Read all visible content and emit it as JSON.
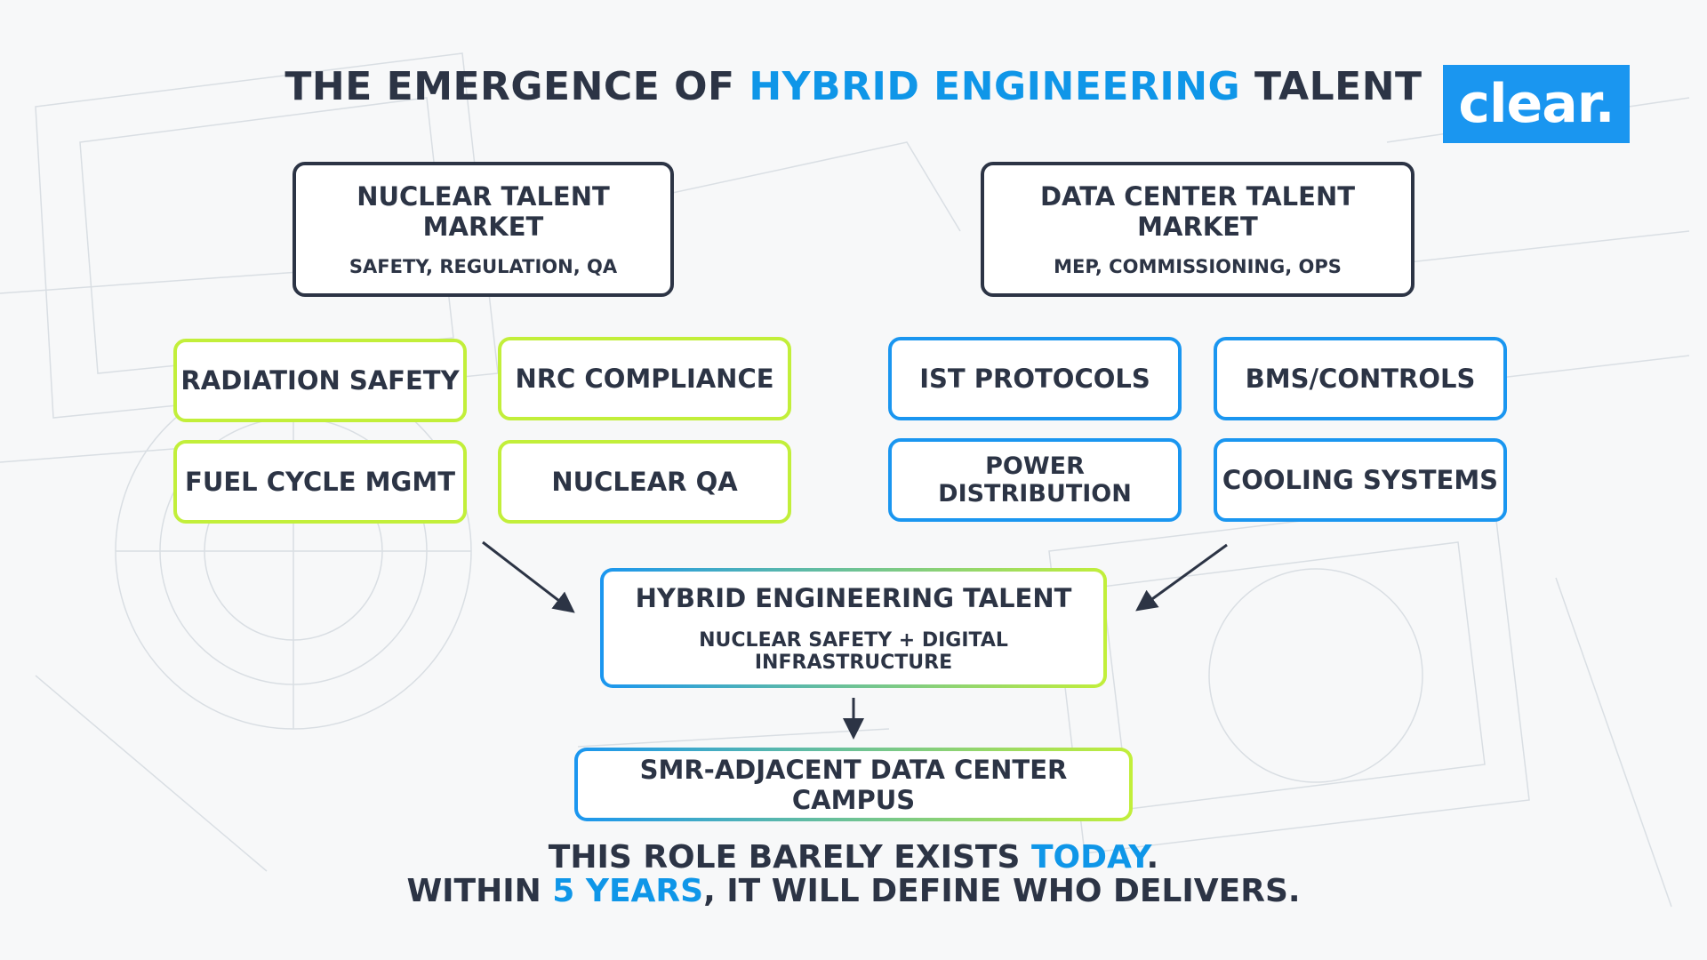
{
  "title": {
    "pre": "THE EMERGENCE OF ",
    "highlight": "HYBRID ENGINEERING",
    "post": " TALENT"
  },
  "logo": {
    "text": "clear."
  },
  "nuclear_market": {
    "heading": "NUCLEAR TALENT MARKET",
    "sub": "SAFETY, REGULATION, QA",
    "skills": [
      "RADIATION SAFETY",
      "NRC COMPLIANCE",
      "FUEL CYCLE MGMT",
      "NUCLEAR QA"
    ]
  },
  "datacenter_market": {
    "heading": "DATA CENTER TALENT MARKET",
    "sub": "MEP, COMMISSIONING, OPS",
    "skills": [
      "IST PROTOCOLS",
      "BMS/CONTROLS",
      "POWER DISTRIBUTION",
      "COOLING SYSTEMS"
    ]
  },
  "hybrid": {
    "heading": "HYBRID ENGINEERING TALENT",
    "sub": "NUCLEAR SAFETY + DIGITAL INFRASTRUCTURE"
  },
  "campus": {
    "label": "SMR-ADJACENT DATA CENTER CAMPUS"
  },
  "tagline": {
    "line1_pre": "THIS ROLE BARELY EXISTS ",
    "line1_highlight": "TODAY",
    "line1_post": ".",
    "line2_pre": "WITHIN ",
    "line2_highlight": "5 YEARS",
    "line2_post": ", IT WILL DEFINE WHO DELIVERS."
  },
  "colors": {
    "accent_blue": "#1a96f0",
    "accent_green": "#c2ef3a",
    "text_dark": "#2c3445"
  }
}
